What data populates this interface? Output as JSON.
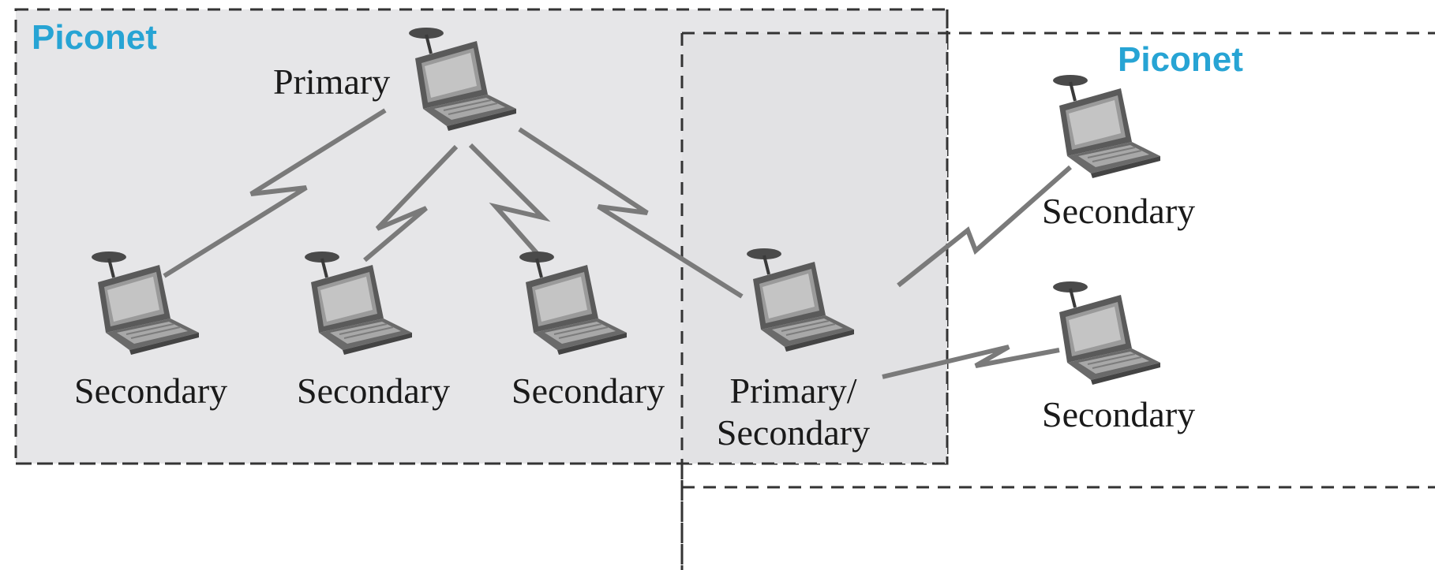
{
  "piconets": [
    {
      "title": "Piconet"
    },
    {
      "title": "Piconet"
    }
  ],
  "devices": [
    {
      "role_label": "Primary"
    },
    {
      "role_label": "Secondary"
    },
    {
      "role_label": "Secondary"
    },
    {
      "role_label": "Secondary"
    },
    {
      "role_label_line1": "Primary/",
      "role_label_line2": "Secondary"
    },
    {
      "role_label": "Secondary"
    },
    {
      "role_label": "Secondary"
    }
  ],
  "colors": {
    "piconet_fill": "#e6e6e8",
    "title_color": "#27a4d4",
    "border": "#333333",
    "link": "#7a7a7a"
  }
}
